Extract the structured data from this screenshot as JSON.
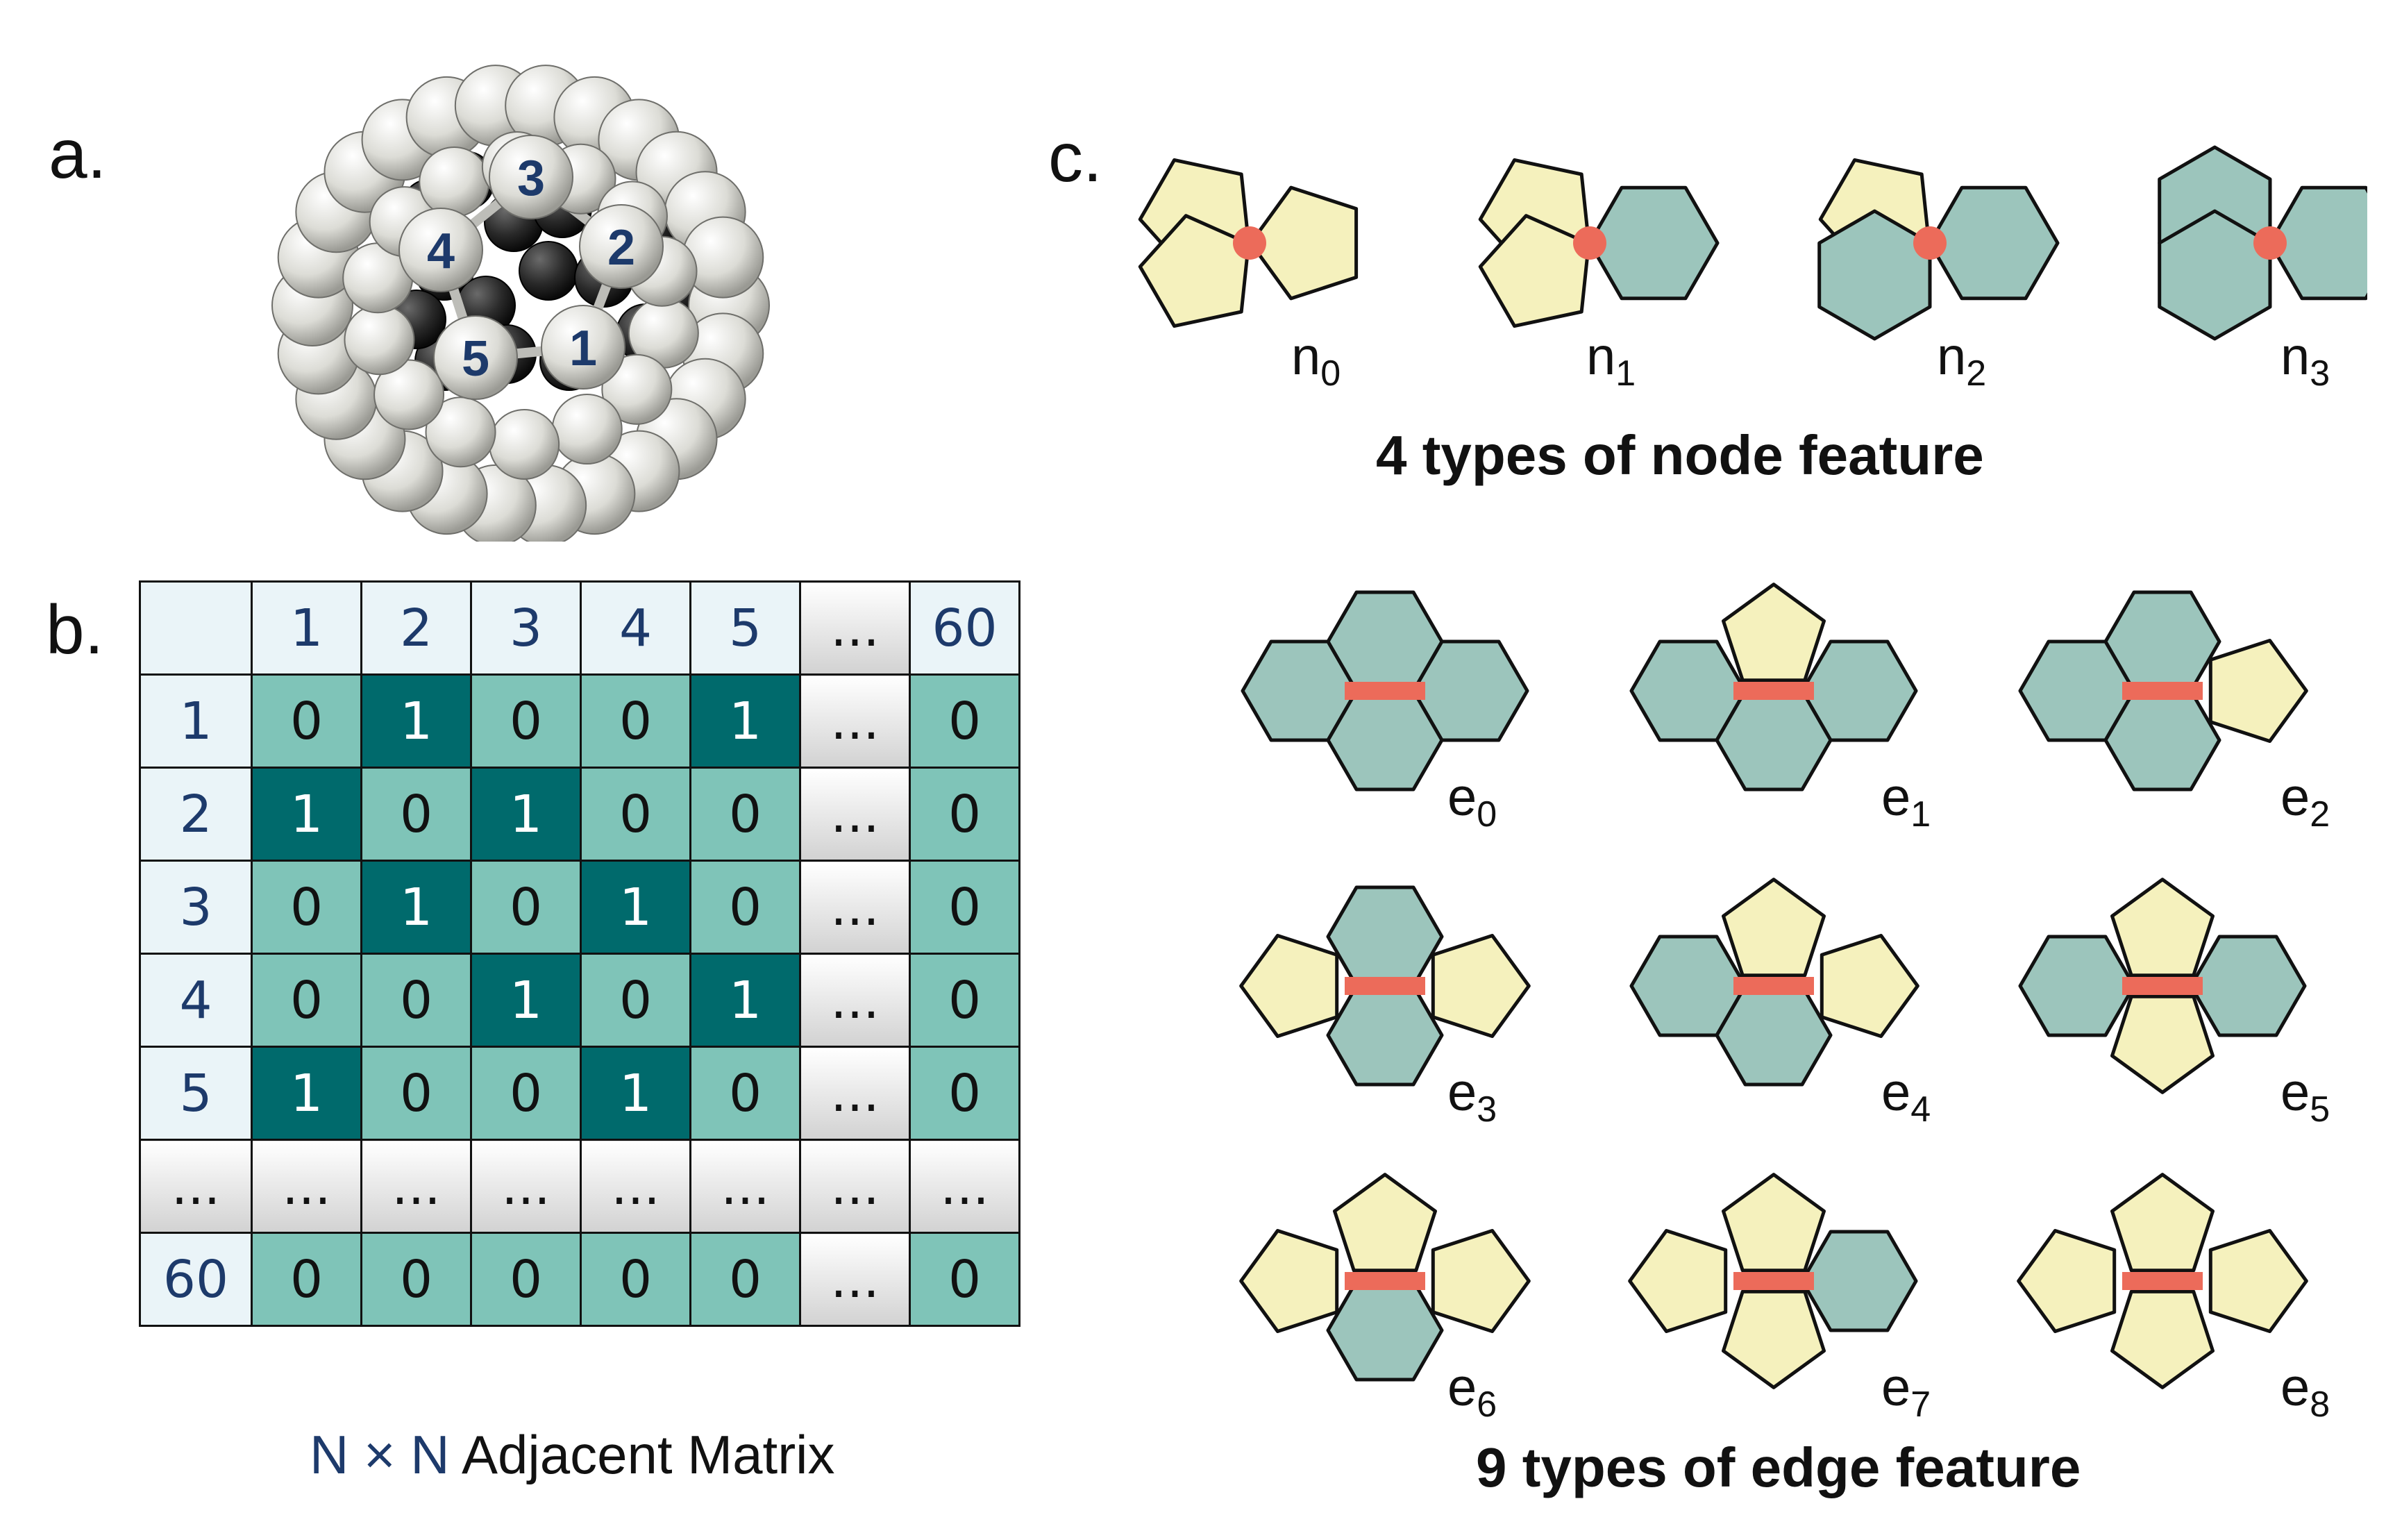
{
  "panels": {
    "a_label": "a.",
    "b_label": "b.",
    "c_label": "c."
  },
  "molecule": {
    "atom_labels": [
      "1",
      "2",
      "3",
      "4",
      "5"
    ]
  },
  "matrix": {
    "col_headers": [
      "1",
      "2",
      "3",
      "4",
      "5",
      "...",
      "60"
    ],
    "row_headers": [
      "1",
      "2",
      "3",
      "4",
      "5",
      "...",
      "60"
    ],
    "rows": [
      [
        "0",
        "1",
        "0",
        "0",
        "1",
        "...",
        "0"
      ],
      [
        "1",
        "0",
        "1",
        "0",
        "0",
        "...",
        "0"
      ],
      [
        "0",
        "1",
        "0",
        "1",
        "0",
        "...",
        "0"
      ],
      [
        "0",
        "0",
        "1",
        "0",
        "1",
        "...",
        "0"
      ],
      [
        "1",
        "0",
        "0",
        "1",
        "0",
        "...",
        "0"
      ],
      [
        "...",
        "...",
        "...",
        "...",
        "...",
        "...",
        "..."
      ],
      [
        "0",
        "0",
        "0",
        "0",
        "0",
        "...",
        "0"
      ]
    ],
    "caption_n1": "N",
    "caption_times": "×",
    "caption_n2": "N",
    "caption_rest": "Adjacent Matrix"
  },
  "node_features": {
    "title": "4 types of node feature",
    "items": [
      {
        "base": "n",
        "sub": "0"
      },
      {
        "base": "n",
        "sub": "1"
      },
      {
        "base": "n",
        "sub": "2"
      },
      {
        "base": "n",
        "sub": "3"
      }
    ]
  },
  "edge_features": {
    "title": "9 types of edge feature",
    "items": [
      {
        "base": "e",
        "sub": "0"
      },
      {
        "base": "e",
        "sub": "1"
      },
      {
        "base": "e",
        "sub": "2"
      },
      {
        "base": "e",
        "sub": "3"
      },
      {
        "base": "e",
        "sub": "4"
      },
      {
        "base": "e",
        "sub": "5"
      },
      {
        "base": "e",
        "sub": "6"
      },
      {
        "base": "e",
        "sub": "7"
      },
      {
        "base": "e",
        "sub": "8"
      }
    ]
  },
  "colors": {
    "pentagon": "#f5f1bd",
    "hexagon": "#9cc5bc",
    "marker": "#ec6b5a",
    "matrix_zero": "#7fc4b8",
    "matrix_one": "#006a6c",
    "matrix_header": "#eaf4f8",
    "header_text": "#1d3a6b"
  }
}
